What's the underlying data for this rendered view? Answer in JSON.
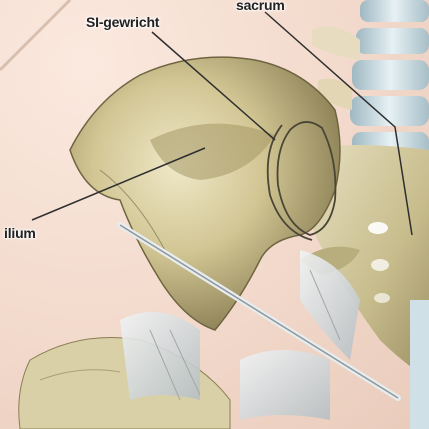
{
  "labels": {
    "si_joint": "SI-gewricht",
    "sacrum": "sacrum",
    "ilium": "ilium"
  },
  "colors": {
    "bone_light": "#e8e0bd",
    "bone_mid": "#c9bd8b",
    "bone_dark": "#8a7f52",
    "spine": "#cfe0e6",
    "ligament": "#dde1e3",
    "leader_line": "#2e2e2e"
  }
}
